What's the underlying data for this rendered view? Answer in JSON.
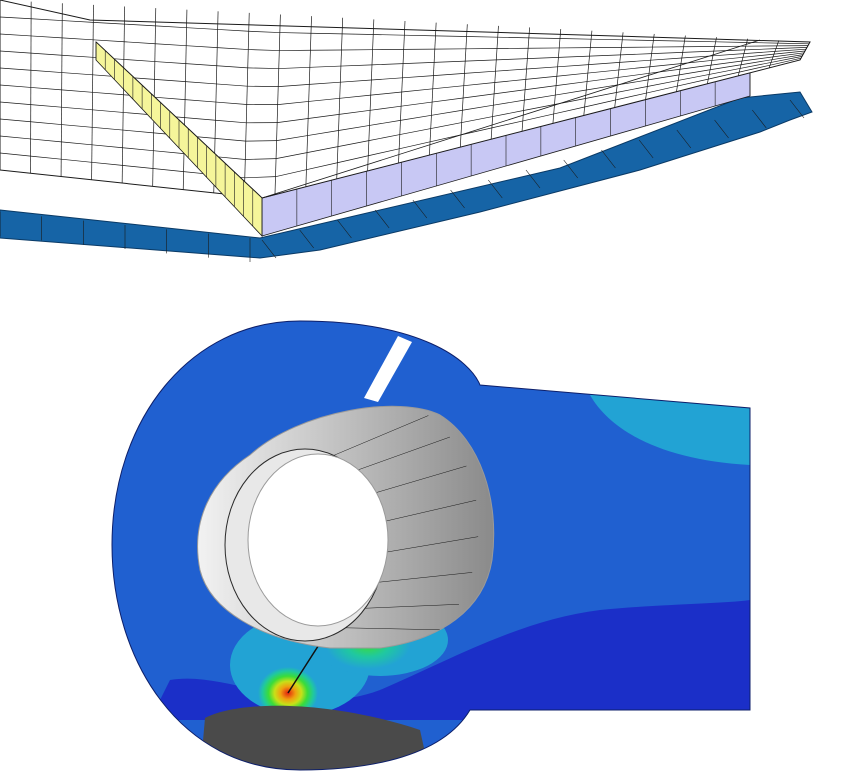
{
  "figure": {
    "panels": [
      {
        "id": "mesh-panel",
        "subject": "stiffened-plate-mesh"
      },
      {
        "id": "contour-panel",
        "subject": "lug-with-bushing-stress-contour"
      }
    ]
  },
  "colors": {
    "background": "#ffffff",
    "mesh_line": "#1a1a1a",
    "plate_top": "#ffffff",
    "stiffener_face": "#f5f59a",
    "stiffener_top": "#ffffff",
    "edge_band": "#c8c8f4",
    "base_plate": "#1664a6",
    "base_plate_dark": "#0f4f86",
    "contour_level_1": "#1b2fc8",
    "contour_level_2": "#2060d0",
    "contour_level_3": "#22a3d4",
    "contour_level_4": "#20c8a0",
    "contour_level_5": "#3adc3a",
    "contour_level_6": "#c8e018",
    "contour_level_7": "#f0a010",
    "contour_level_8": "#e02010",
    "bushing_light": "#ececec",
    "bushing_mid": "#b8b8b8",
    "bushing_dark": "#8c8c8c",
    "contact_region": "#4a4a4a"
  }
}
